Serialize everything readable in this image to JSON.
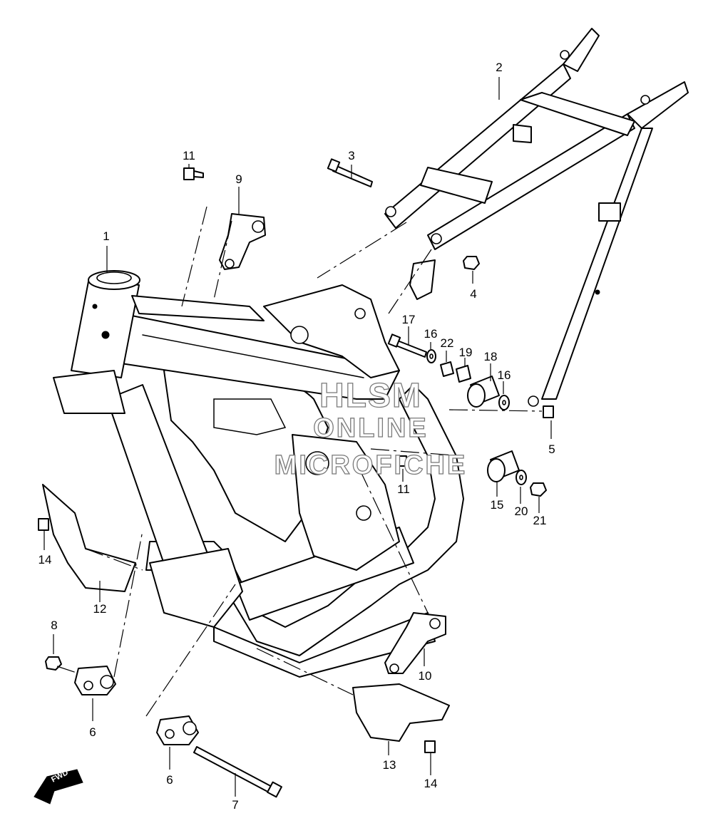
{
  "watermark": {
    "line1": "HLSM",
    "line2": "ONLINE",
    "line3": "MICROFICHE"
  },
  "fwd_label": "FWD",
  "callouts": [
    {
      "id": "1",
      "text": "1"
    },
    {
      "id": "2",
      "text": "2"
    },
    {
      "id": "3",
      "text": "3"
    },
    {
      "id": "4",
      "text": "4"
    },
    {
      "id": "5",
      "text": "5"
    },
    {
      "id": "6a",
      "text": "6"
    },
    {
      "id": "6b",
      "text": "6"
    },
    {
      "id": "7",
      "text": "7"
    },
    {
      "id": "8",
      "text": "8"
    },
    {
      "id": "9",
      "text": "9"
    },
    {
      "id": "10",
      "text": "10"
    },
    {
      "id": "11a",
      "text": "11"
    },
    {
      "id": "11b",
      "text": "11"
    },
    {
      "id": "12",
      "text": "12"
    },
    {
      "id": "13",
      "text": "13"
    },
    {
      "id": "14a",
      "text": "14"
    },
    {
      "id": "14b",
      "text": "14"
    },
    {
      "id": "15",
      "text": "15"
    },
    {
      "id": "16a",
      "text": "16"
    },
    {
      "id": "16b",
      "text": "16"
    },
    {
      "id": "17",
      "text": "17"
    },
    {
      "id": "18",
      "text": "18"
    },
    {
      "id": "19",
      "text": "19"
    },
    {
      "id": "20",
      "text": "20"
    },
    {
      "id": "21",
      "text": "21"
    },
    {
      "id": "22",
      "text": "22"
    }
  ]
}
